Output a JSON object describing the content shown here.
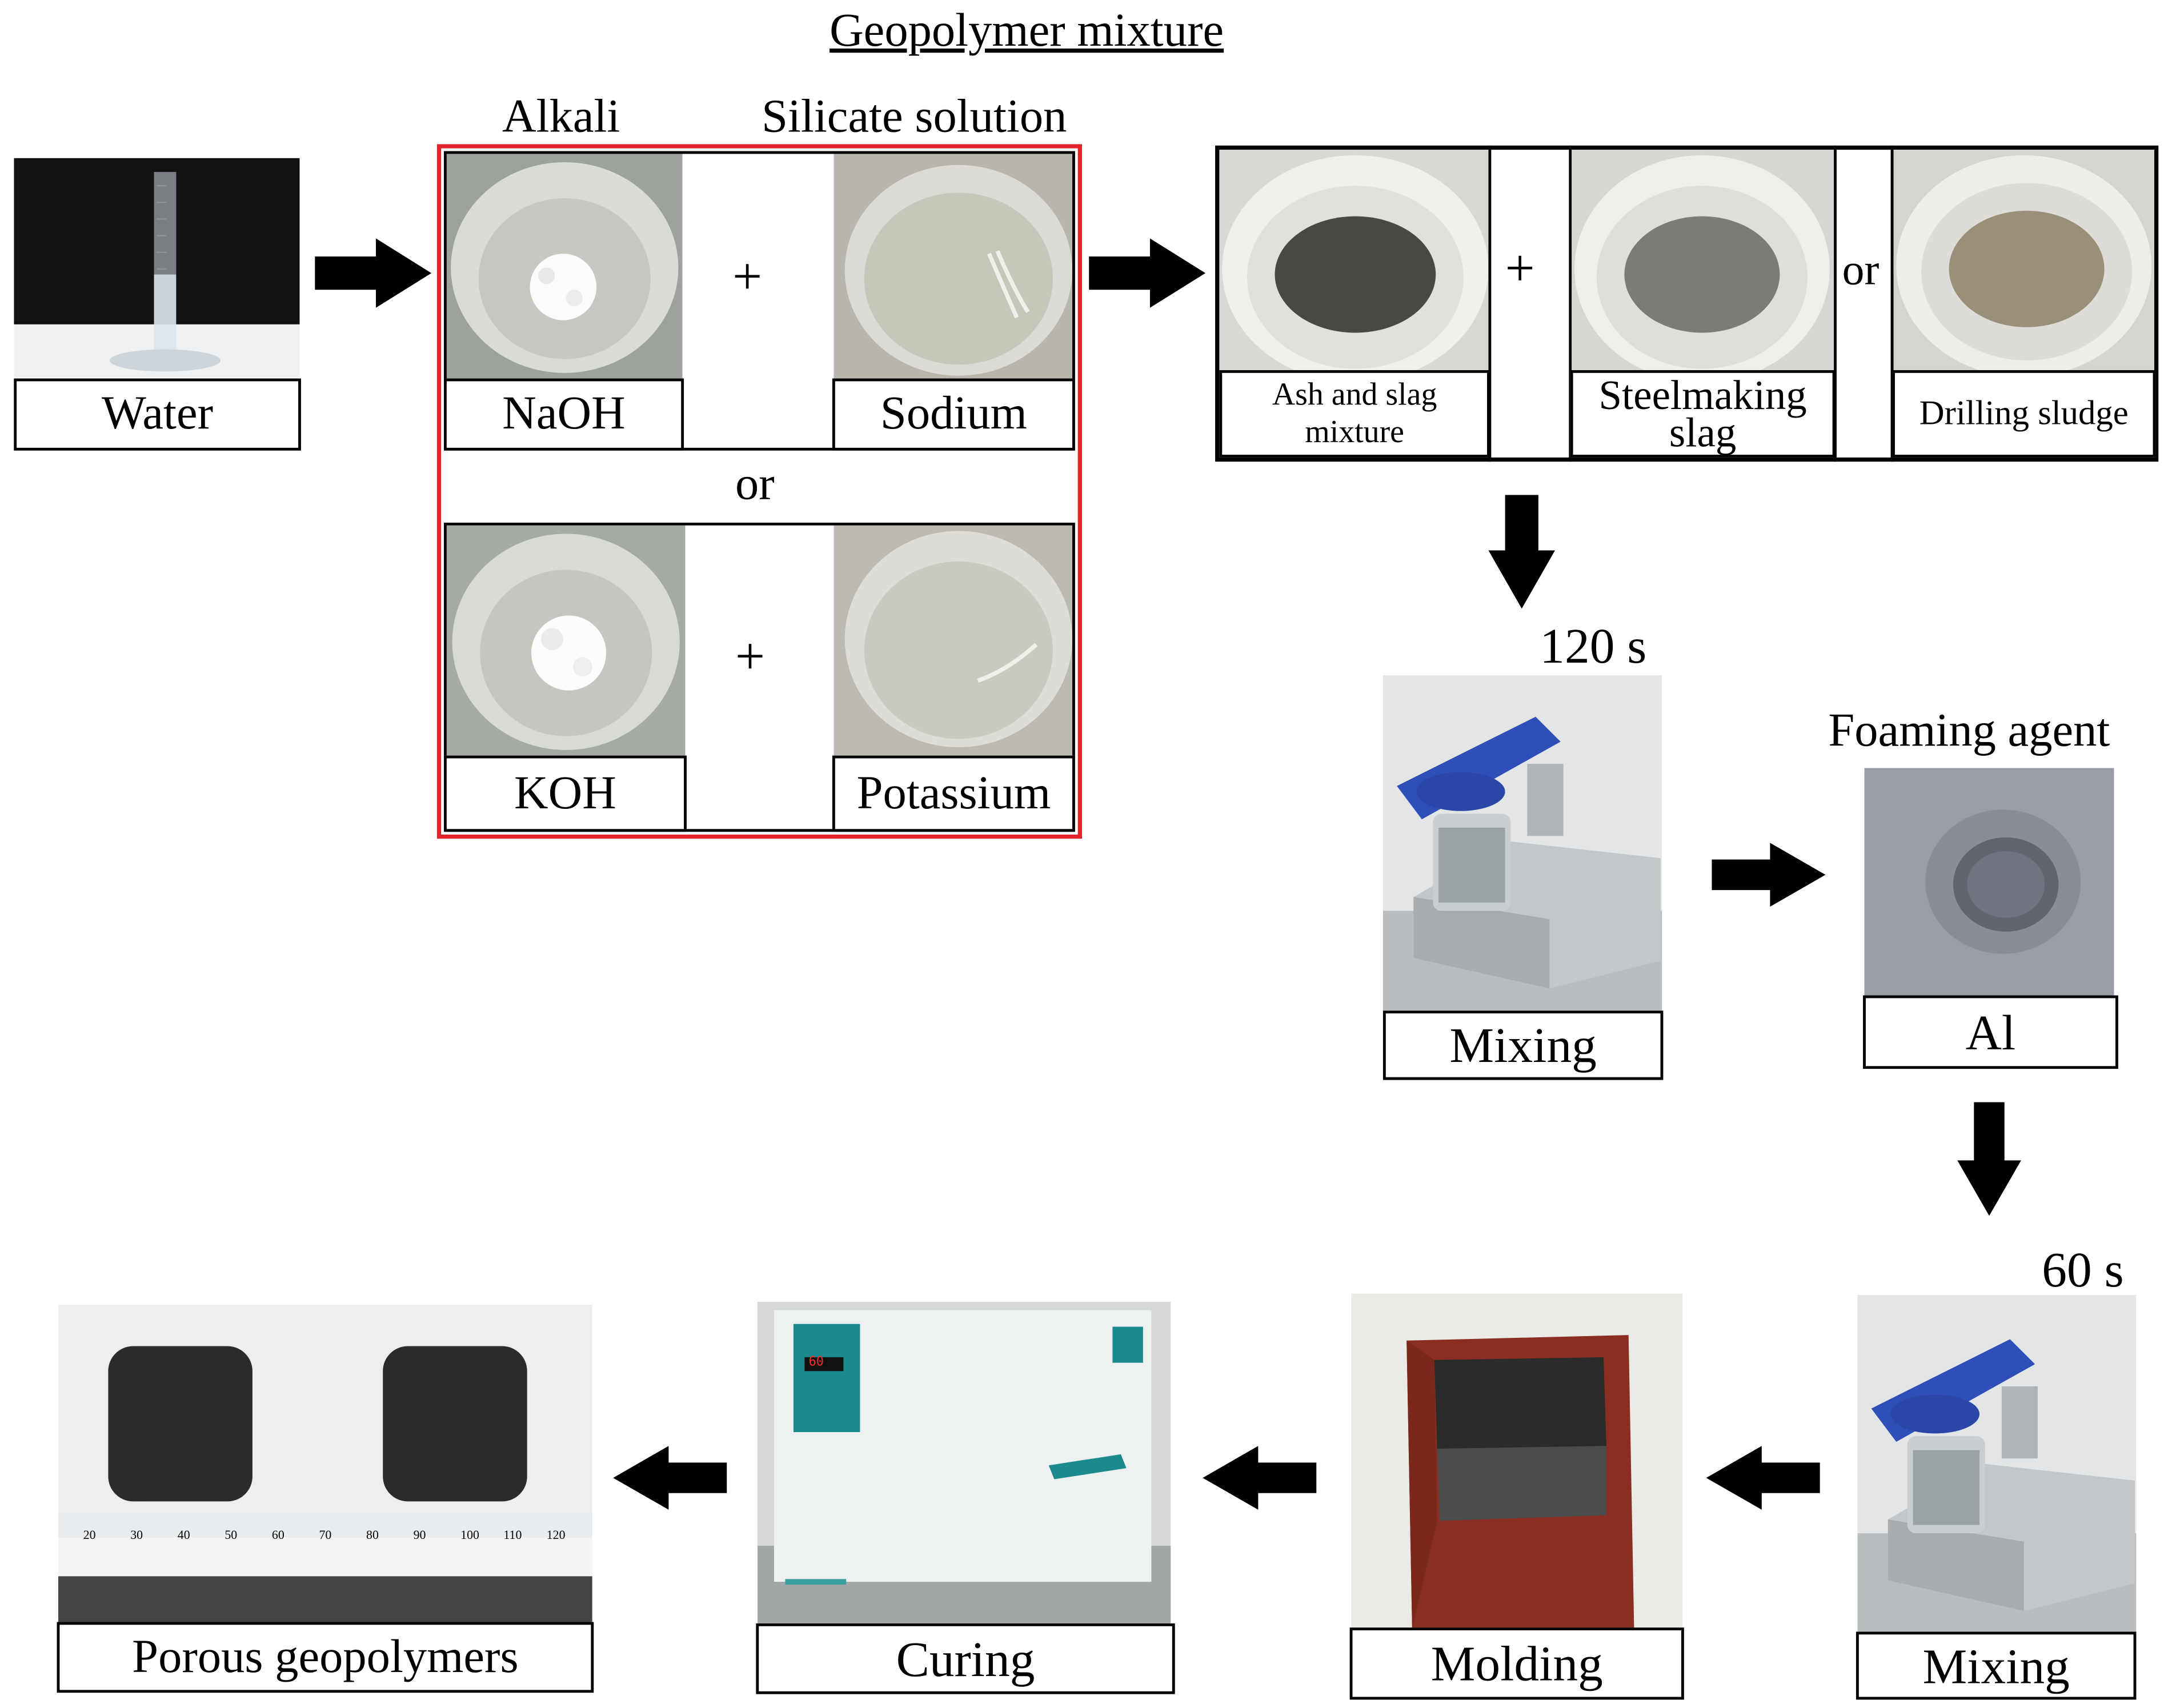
{
  "title": "Geopolymer mixture",
  "headers": {
    "alkali": "Alkali",
    "silicate": "Silicate solution"
  },
  "water": {
    "label": "Water"
  },
  "alkali_box": {
    "naoh": "NaOH",
    "sodium": "Sodium",
    "or": "or",
    "koh": "KOH",
    "potassium": "Potassium",
    "plus": "+"
  },
  "solids": {
    "ash_slag": "Ash and slag mixture",
    "steelmaking": "Steelmaking slag",
    "drilling": "Drilling sludge",
    "plus": "+",
    "or": "or"
  },
  "mixing1": {
    "time": "120 s",
    "label": "Mixing"
  },
  "foaming": {
    "header": "Foaming agent",
    "label": "Al"
  },
  "mixing2": {
    "time": "60 s",
    "label": "Mixing"
  },
  "molding": {
    "label": "Molding"
  },
  "curing": {
    "label": "Curing",
    "oven_display": "60"
  },
  "product": {
    "label": "Porous geopolymers",
    "ruler_ticks": [
      "20",
      "30",
      "40",
      "50",
      "60",
      "70",
      "80",
      "90",
      "100",
      "110",
      "120"
    ]
  },
  "colors": {
    "highlight_frame": "#e0242a",
    "mixer_lid": "#2f4fb8",
    "mold": "#8a2e22",
    "oven_accent": "#1a8a8f"
  }
}
